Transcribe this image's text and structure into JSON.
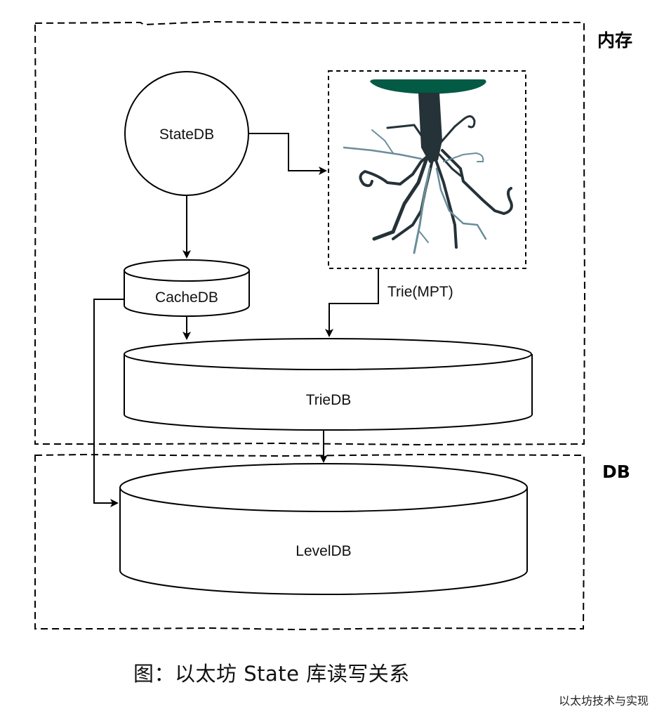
{
  "zones": {
    "memory": {
      "label": "内存"
    },
    "db": {
      "label": "DB"
    }
  },
  "nodes": {
    "statedb": {
      "label": "StateDB",
      "shape": "circle"
    },
    "cachedb": {
      "label": "CacheDB",
      "shape": "cylinder"
    },
    "trie_image": {
      "label": "trie-roots-image",
      "shape": "image"
    },
    "triedb": {
      "label": "TrieDB",
      "shape": "cylinder"
    },
    "leveldb": {
      "label": "LevelDB",
      "shape": "cylinder"
    }
  },
  "edges": [
    {
      "from": "StateDB",
      "to": "Trie image",
      "label": ""
    },
    {
      "from": "StateDB",
      "to": "CacheDB",
      "label": ""
    },
    {
      "from": "Trie image",
      "to": "TrieDB",
      "label": "Trie(MPT)"
    },
    {
      "from": "CacheDB",
      "to": "TrieDB",
      "label": ""
    },
    {
      "from": "CacheDB",
      "to": "LevelDB",
      "label": ""
    },
    {
      "from": "TrieDB",
      "to": "LevelDB",
      "label": ""
    }
  ],
  "edge_labels": {
    "trie_mpt": "Trie(MPT)"
  },
  "colors": {
    "stroke": "#000000",
    "tree_canopy": "#035a45",
    "root_dark": "#253238",
    "root_light": "#6a8d99"
  },
  "caption": "图：以太坊 State 库读写关系",
  "watermark": "以太坊技术与实现"
}
